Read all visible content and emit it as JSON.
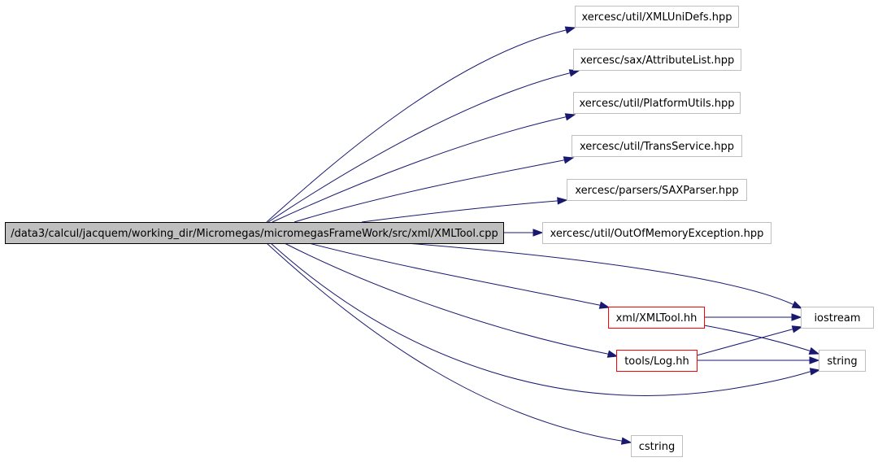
{
  "diagram": {
    "root": {
      "label": "/data3/calcul/jacquem/working_dir/Micromegas/micromegasFrameWork/src/xml/XMLTool.cpp",
      "fill": "#bfbfbf",
      "border": "#000000"
    },
    "nodes": [
      {
        "id": "xmlunidefs",
        "label": "xercesc/util/XMLUniDefs.hpp",
        "style": "external"
      },
      {
        "id": "attributelist",
        "label": "xercesc/sax/AttributeList.hpp",
        "style": "external"
      },
      {
        "id": "platformutils",
        "label": "xercesc/util/PlatformUtils.hpp",
        "style": "external"
      },
      {
        "id": "transservice",
        "label": "xercesc/util/TransService.hpp",
        "style": "external"
      },
      {
        "id": "saxparser",
        "label": "xercesc/parsers/SAXParser.hpp",
        "style": "external"
      },
      {
        "id": "outofmemory",
        "label": "xercesc/util/OutOfMemoryException.hpp",
        "style": "external"
      },
      {
        "id": "xmltool_hh",
        "label": "xml/XMLTool.hh",
        "style": "documented"
      },
      {
        "id": "log_hh",
        "label": "tools/Log.hh",
        "style": "documented"
      },
      {
        "id": "iostream",
        "label": "iostream",
        "style": "external"
      },
      {
        "id": "string",
        "label": "string",
        "style": "external"
      },
      {
        "id": "cstring",
        "label": "cstring",
        "style": "external"
      }
    ],
    "edges": [
      {
        "from": "root",
        "to": "xmlunidefs"
      },
      {
        "from": "root",
        "to": "attributelist"
      },
      {
        "from": "root",
        "to": "platformutils"
      },
      {
        "from": "root",
        "to": "transservice"
      },
      {
        "from": "root",
        "to": "saxparser"
      },
      {
        "from": "root",
        "to": "outofmemory"
      },
      {
        "from": "root",
        "to": "iostream"
      },
      {
        "from": "root",
        "to": "xmltool_hh"
      },
      {
        "from": "root",
        "to": "log_hh"
      },
      {
        "from": "root",
        "to": "string"
      },
      {
        "from": "root",
        "to": "cstring"
      },
      {
        "from": "xmltool_hh",
        "to": "iostream"
      },
      {
        "from": "xmltool_hh",
        "to": "string"
      },
      {
        "from": "log_hh",
        "to": "iostream"
      },
      {
        "from": "log_hh",
        "to": "string"
      }
    ],
    "colors": {
      "edge": "#191970",
      "external_border": "#bfbfbf",
      "documented_border": "#ff0000",
      "node_fill": "#ffffff"
    }
  }
}
